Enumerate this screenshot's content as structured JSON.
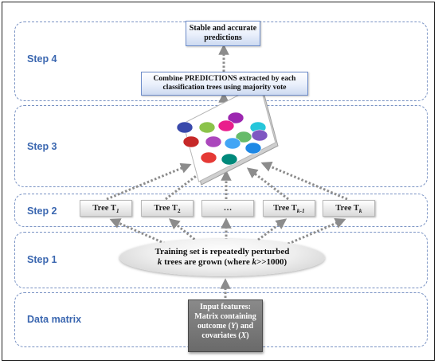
{
  "bands": [
    {
      "label": "Step 4"
    },
    {
      "label": "Step 3"
    },
    {
      "label": "Step 2"
    },
    {
      "label": "Step 1"
    },
    {
      "label": "Data matrix"
    }
  ],
  "output_box": {
    "line1": "Stable and accurate",
    "line2": "predictions"
  },
  "combine_box": {
    "line1": "Combine PREDICTIONS extracted by each",
    "line2": "classification trees using majority vote"
  },
  "trees": [
    {
      "text": "Tree T",
      "sub": "1"
    },
    {
      "text": "Tree T",
      "sub": "2"
    },
    {
      "text": "…",
      "sub": ""
    },
    {
      "text": "Tree T",
      "sub": "k-1"
    },
    {
      "text": "Tree T",
      "sub": "k"
    }
  ],
  "training": {
    "line1": "Training set is repeatedly perturbed",
    "line2_k": "k",
    "line2_mid": " trees are grown (where ",
    "line2_k2": "k",
    "line2_end": ">>1000)"
  },
  "input": {
    "line1": "Input features:",
    "line2": "Matrix containing",
    "line3a": "outcome (",
    "Y": "Y",
    "line3b": ") and",
    "line4a": "covariates (",
    "X": "X",
    "line4b": ")"
  },
  "colors": {
    "band_border": "#7a93c4",
    "label": "#3b67b0",
    "arrow": "#8c8c8c",
    "input_box": "#7a7a7a",
    "discs": [
      "#9c27b0",
      "#26c6da",
      "#3949ab",
      "#8bc34a",
      "#e91e8c",
      "#66bb6a",
      "#c62828",
      "#ab47bc",
      "#42a5f5",
      "#1e88e5",
      "#e53935",
      "#00897b",
      "#7e57c2"
    ]
  }
}
